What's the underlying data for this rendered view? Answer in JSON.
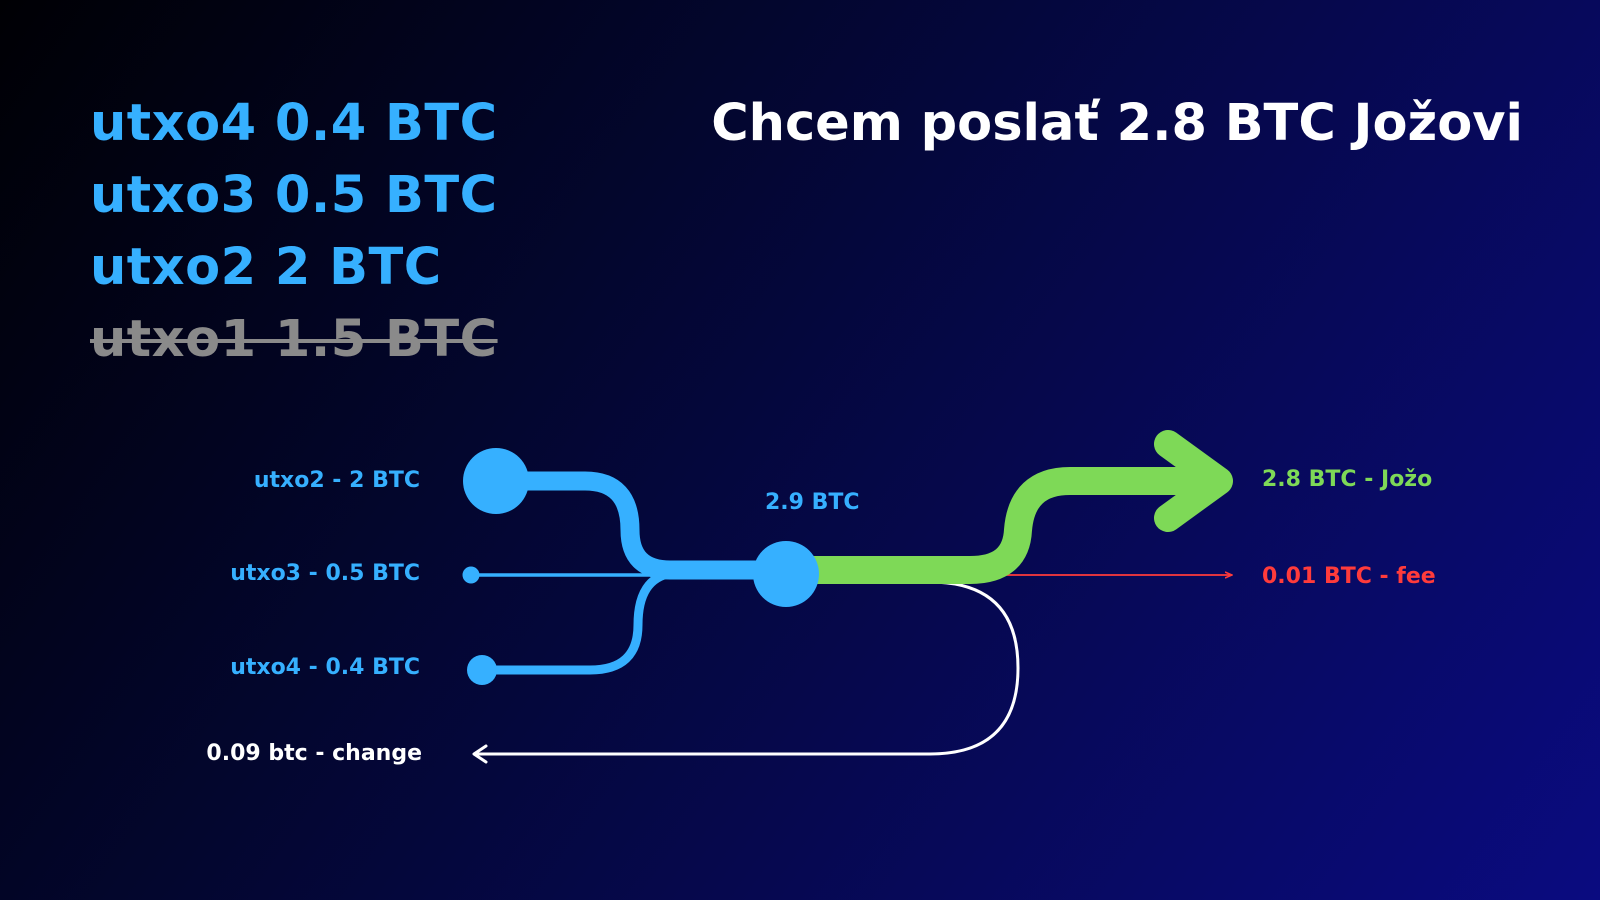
{
  "headline": "Chcem poslať 2.8 BTC Jožovi",
  "utxo_list": [
    {
      "text": "utxo4 0.4 BTC",
      "spent": false
    },
    {
      "text": "utxo3 0.5 BTC",
      "spent": false
    },
    {
      "text": "utxo2 2 BTC",
      "spent": false
    },
    {
      "text": "utxo1 1.5 BTC",
      "spent": true
    }
  ],
  "flow": {
    "inputs": [
      {
        "label": "utxo2 - 2 BTC"
      },
      {
        "label": "utxo3 - 0.5 BTC"
      },
      {
        "label": "utxo4 - 0.4 BTC"
      }
    ],
    "total_label": "2.9 BTC",
    "outputs": {
      "recipient": "2.8 BTC - Jožo",
      "fee": "0.01 BTC - fee",
      "change": "0.09 btc - change"
    }
  },
  "colors": {
    "input_blue": "#36b0ff",
    "recipient_green": "#7ed957",
    "fee_red": "#ff3b3b",
    "spent_gray": "#8a8a8a",
    "text_white": "#ffffff"
  }
}
